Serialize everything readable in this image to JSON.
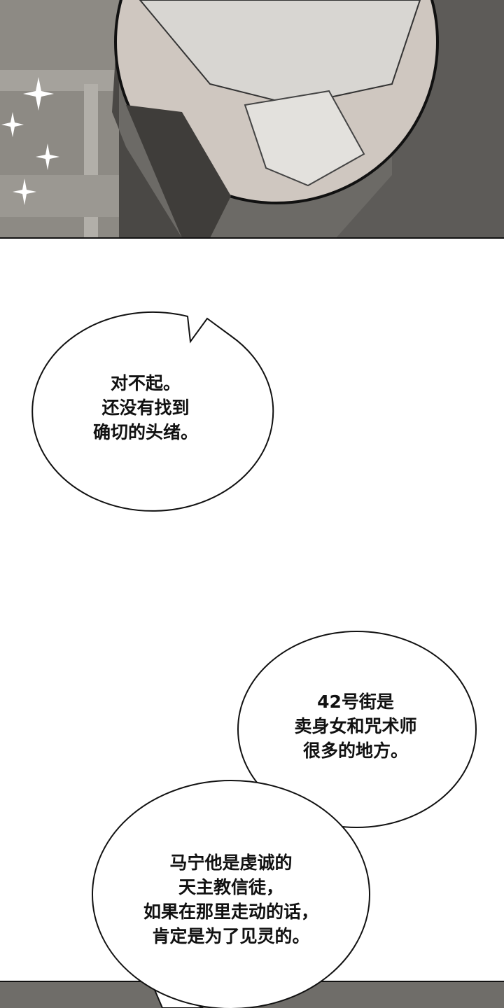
{
  "bubbles": [
    {
      "lines": [
        "对不起。",
        "还没有找到",
        "确切的头绪。"
      ]
    },
    {
      "lines": [
        "42号街是",
        "卖身女和咒术师",
        "很多的地方。"
      ]
    },
    {
      "lines": [
        "马宁他是虔诚的",
        "天主教信徒，",
        "如果在那里走动的话，",
        "肯定是为了见灵的。"
      ]
    }
  ],
  "colors": {
    "panel_gray": "#6f6d69",
    "ink": "#111111"
  }
}
